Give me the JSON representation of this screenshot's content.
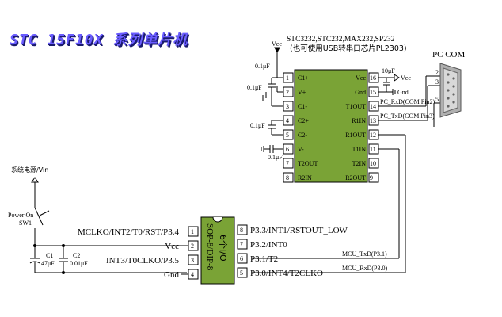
{
  "title": "STC 15F10X 系列单片机",
  "converter": {
    "parts": "STC3232,STC232,MAX232,SP232",
    "note": "(也可使用USB转串口芯片PL2303)",
    "vcc": "Vcc",
    "left_pins": [
      {
        "num": "1",
        "name": "C1+"
      },
      {
        "num": "2",
        "name": "V+"
      },
      {
        "num": "3",
        "name": "C1-"
      },
      {
        "num": "4",
        "name": "C2+"
      },
      {
        "num": "5",
        "name": "C2-"
      },
      {
        "num": "6",
        "name": "V-"
      },
      {
        "num": "7",
        "name": "T2OUT"
      },
      {
        "num": "8",
        "name": "R2IN"
      }
    ],
    "right_pins": [
      {
        "num": "16",
        "name": "Vcc"
      },
      {
        "num": "15",
        "name": "Gnd"
      },
      {
        "num": "14",
        "name": "T1OUT"
      },
      {
        "num": "13",
        "name": "R1IN"
      },
      {
        "num": "12",
        "name": "R1OUT"
      },
      {
        "num": "11",
        "name": "T1IN"
      },
      {
        "num": "10",
        "name": "T2IN"
      },
      {
        "num": "9",
        "name": "R2OUT"
      }
    ],
    "cap_labels": [
      "0.1μF",
      "0.1μF",
      "0.1μF",
      "0.1μF"
    ],
    "right_cap": "10μF",
    "right_vcc": "Vcc",
    "right_gnd": "Gnd",
    "signal_rxd": "PC_RxD(COM Pin2)",
    "signal_txd": "PC_TxD(COM Pin3)"
  },
  "com": {
    "label": "PC COM",
    "pins": [
      "2",
      "3",
      "5"
    ]
  },
  "mcu": {
    "body_text": "SOP-8/DIP-8",
    "body_text2": "6个I/O",
    "left_pins": [
      {
        "num": "1",
        "name": "MCLKO/INT2/T0/RST/P3.4"
      },
      {
        "num": "2",
        "name": "Vcc"
      },
      {
        "num": "3",
        "name": "INT3/T0CLKO/P3.5"
      },
      {
        "num": "4",
        "name": "Gnd"
      }
    ],
    "right_pins": [
      {
        "num": "8",
        "name": "P3.3/INT1/RSTOUT_LOW"
      },
      {
        "num": "7",
        "name": "P3.2/INT0"
      },
      {
        "num": "6",
        "name": "P3.1/T2"
      },
      {
        "num": "5",
        "name": "P3.0/INT4/T2CLKO"
      }
    ],
    "txd": "MCU_TxD(P3.1)",
    "rxd": "MCU_RxD(P3.0)"
  },
  "power": {
    "source_label": "系统电源/Vin",
    "switch_label": "Power On",
    "switch_ref": "SW1",
    "c1_ref": "C1",
    "c1_value": "47μF",
    "c2_ref": "C2",
    "c2_value": "0.01μF"
  }
}
